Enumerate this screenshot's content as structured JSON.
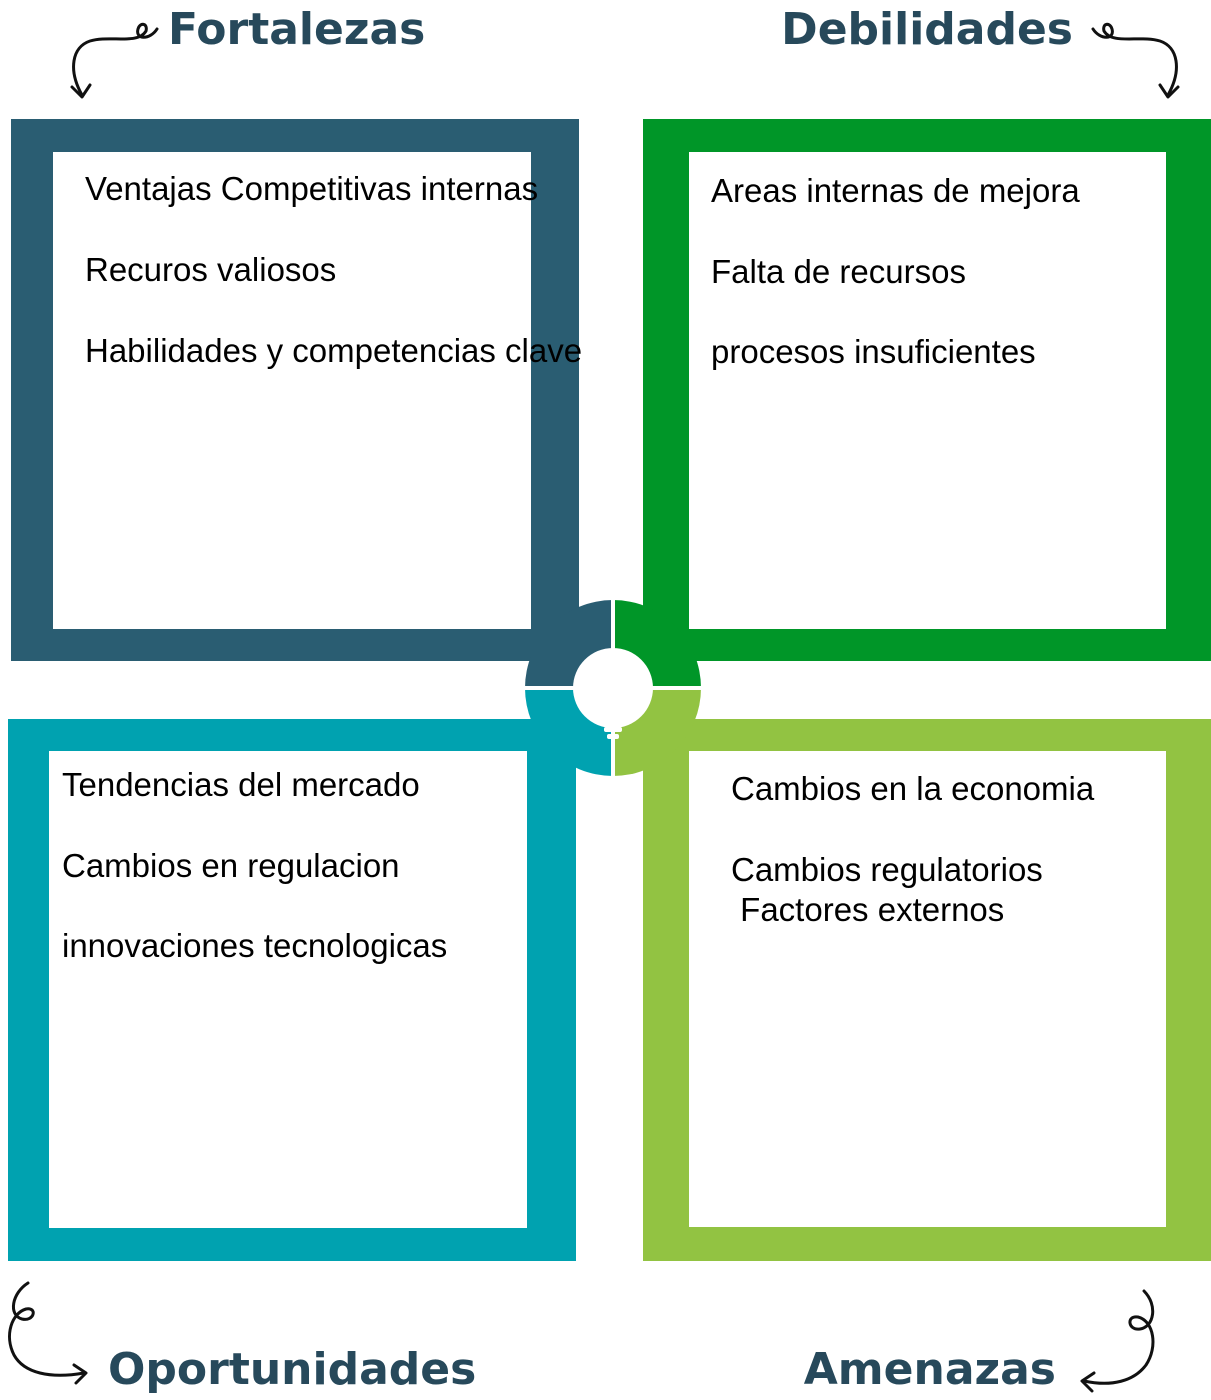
{
  "quadrants": {
    "fortalezas": {
      "title": "Fortalezas",
      "color": "#2a5d72",
      "items": [
        "Ventajas Competitivas internas",
        "Recuros valiosos",
        "Habilidades y competencias clave"
      ]
    },
    "debilidades": {
      "title": "Debilidades",
      "color": "#009628",
      "items": [
        "Areas internas de mejora",
        "Falta de recursos",
        "procesos insuficientes"
      ]
    },
    "oportunidades": {
      "title": "Oportunidades",
      "color": "#00a2b0",
      "items": [
        "Tendencias del mercado",
        "Cambios en regulacion",
        "innovaciones tecnologicas"
      ]
    },
    "amenazas": {
      "title": "Amenazas",
      "color": "#92c342",
      "items": [
        "Cambios en la economia",
        "Cambios regulatorios",
        " Factores externos"
      ]
    }
  },
  "title_color": "#27495b",
  "center_icon": "lightbulb-icon"
}
